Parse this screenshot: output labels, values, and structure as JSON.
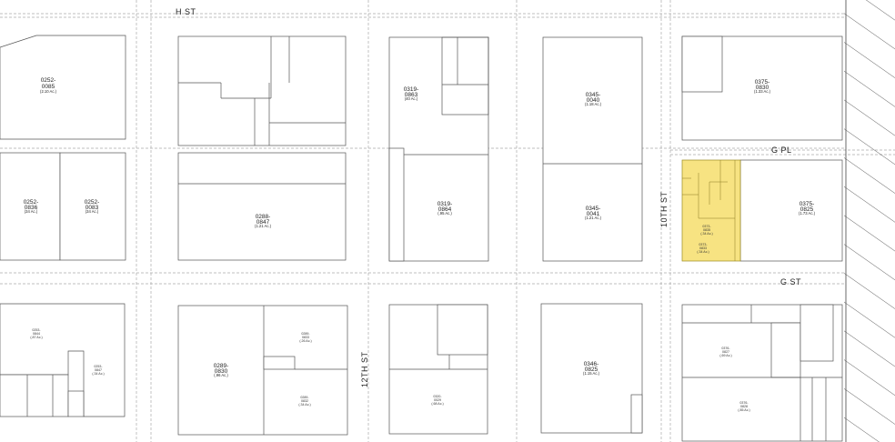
{
  "map": {
    "streets": {
      "h_st": "H ST",
      "g_pl": "G PL",
      "g_st": "G ST",
      "twelfth_st": "12TH ST",
      "tenth_st": "10TH ST"
    },
    "highlight_color": "#f7e382",
    "parcels": [
      {
        "id": "p0252_0085",
        "num1": "0252-",
        "num2": "0085",
        "ac": "(2.10 Ac.)"
      },
      {
        "id": "p0252_0836",
        "num1": "0252-",
        "num2": "0836",
        "ac": "(34 Ac.)"
      },
      {
        "id": "p0252_0083",
        "num1": "0252-",
        "num2": "0083",
        "ac": "(34 Ac.)"
      },
      {
        "id": "p0288_0847",
        "num1": "0288-",
        "num2": "0847",
        "ac": "(1.21 Ac.)"
      },
      {
        "id": "p0319_0863",
        "num1": "0319-",
        "num2": "0863",
        "ac": "(40 Ac.)"
      },
      {
        "id": "p0319_0864",
        "num1": "0319-",
        "num2": "0864",
        "ac": "(.95 Ac.)"
      },
      {
        "id": "p0345_0040",
        "num1": "0345-",
        "num2": "0040",
        "ac": "(1.18 Ac.)"
      },
      {
        "id": "p0345_0041",
        "num1": "0345-",
        "num2": "0041",
        "ac": "(1.21 Ac.)"
      },
      {
        "id": "p0375_0830",
        "num1": "0375-",
        "num2": "0830",
        "ac": "(1.33 Ac.)"
      },
      {
        "id": "p0375_0825",
        "num1": "0375-",
        "num2": "0825",
        "ac": "(1.73 Ac.)"
      },
      {
        "id": "p0373_0835",
        "num1": "0373-",
        "num2": "0835",
        "ac": "(.34 Ac.)"
      },
      {
        "id": "p0373_0833",
        "num1": "0373-",
        "num2": "0833",
        "ac": "(.34 Ac.)"
      },
      {
        "id": "p0253_0844",
        "num1": "0253-",
        "num2": "0844",
        "ac": "(.87 Ac.)"
      },
      {
        "id": "p0253_0847",
        "num1": "0253-",
        "num2": "0847",
        "ac": "(.34 Ac.)"
      },
      {
        "id": "p0289_0830",
        "num1": "0289-",
        "num2": "0830",
        "ac": "(.96 Ac.)"
      },
      {
        "id": "p0289_0833",
        "num1": "0289-",
        "num2": "0833",
        "ac": "(.26 Ac.)"
      },
      {
        "id": "p0289_0832",
        "num1": "0289-",
        "num2": "0832",
        "ac": "(.34 Ac.)"
      },
      {
        "id": "p0320_0029",
        "num1": "0320-",
        "num2": "0029",
        "ac": "(.68 Ac.)"
      },
      {
        "id": "p0346_0825",
        "num1": "0346-",
        "num2": "0825",
        "ac": "(1.15 Ac.)"
      },
      {
        "id": "p0376_0827",
        "num1": "0376-",
        "num2": "0827",
        "ac": "(.69 Ac.)"
      },
      {
        "id": "p0376_0828",
        "num1": "0376-",
        "num2": "0828",
        "ac": "(.85 Ac.)"
      }
    ]
  }
}
